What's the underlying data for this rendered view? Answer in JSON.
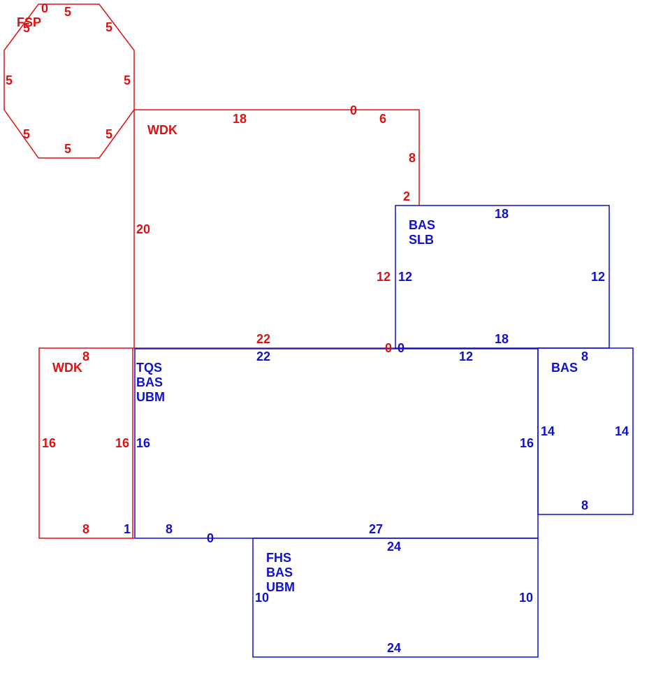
{
  "colors": {
    "red": "#dd1111",
    "blue": "#1111cc",
    "background": "#ffffff"
  },
  "octagon": {
    "label": "FSP",
    "dims": {
      "top_zero": "0",
      "top": "5",
      "top_left": "5",
      "top_right": "5",
      "left": "5",
      "right": "5",
      "bottom_left": "5",
      "bottom_right": "5",
      "bottom": "5"
    }
  },
  "wdk_upper": {
    "label": "WDK",
    "dims": {
      "top": "18",
      "top_zero": "0",
      "top_right": "6",
      "right_upper": "8",
      "right_step": "2",
      "left": "20",
      "inner_right": "12",
      "bottom": "22",
      "bottom_zero": "0"
    }
  },
  "bas_slb": {
    "lines": [
      "BAS",
      "SLB"
    ],
    "dims": {
      "top": "18",
      "left": "12",
      "right": "12",
      "bottom": "18",
      "corner_zero": "0"
    }
  },
  "wdk_left": {
    "label": "WDK",
    "dims": {
      "top": "8",
      "left": "16",
      "right": "16",
      "bottom": "8"
    }
  },
  "main": {
    "lines": [
      "TQS",
      "BAS",
      "UBM"
    ],
    "dims": {
      "top": "22",
      "top_right": "12",
      "left": "16",
      "right": "16",
      "bottom_one": "1",
      "bottom_eight": "8",
      "bottom_zero": "0",
      "bottom": "27"
    }
  },
  "bas_right": {
    "label": "BAS",
    "dims": {
      "top": "8",
      "left": "14",
      "right": "14",
      "bottom": "8"
    }
  },
  "fhs": {
    "lines": [
      "FHS",
      "BAS",
      "UBM"
    ],
    "dims": {
      "top": "24",
      "left": "10",
      "right": "10",
      "bottom": "24"
    }
  }
}
